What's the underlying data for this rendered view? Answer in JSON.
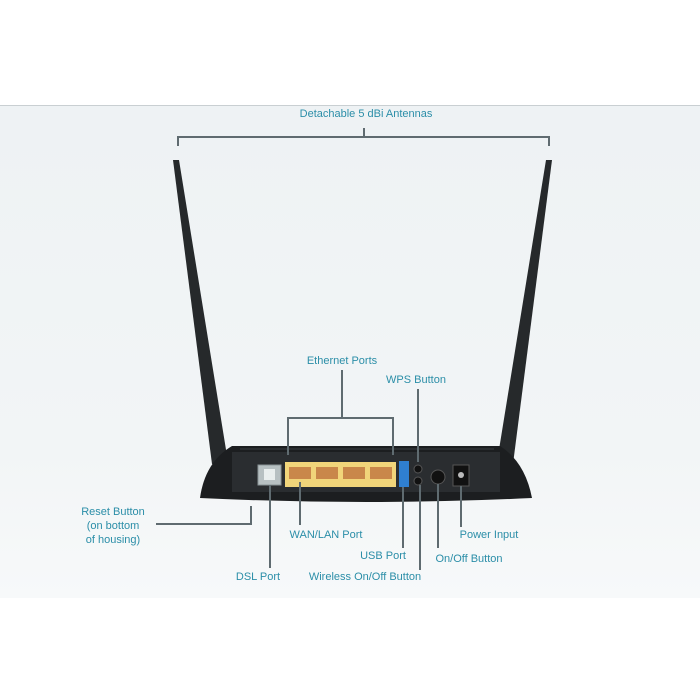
{
  "labels": {
    "antennas": "Detachable 5 dBi Antennas",
    "ethernet_ports": "Ethernet Ports",
    "wps_button": "WPS Button",
    "reset_button": [
      "Reset Button",
      "(on bottom",
      "of housing)"
    ],
    "wan_lan_port": "WAN/LAN Port",
    "power_input": "Power Input",
    "usb_port": "USB Port",
    "on_off_button": "On/Off Button",
    "dsl_port": "DSL Port",
    "wireless_on_off_button": "Wireless On/Off Button"
  },
  "colors": {
    "label": "#2b8ea8",
    "leader": "#5f6b70",
    "router": "#1c1e20",
    "ports": "#f1d57a"
  }
}
